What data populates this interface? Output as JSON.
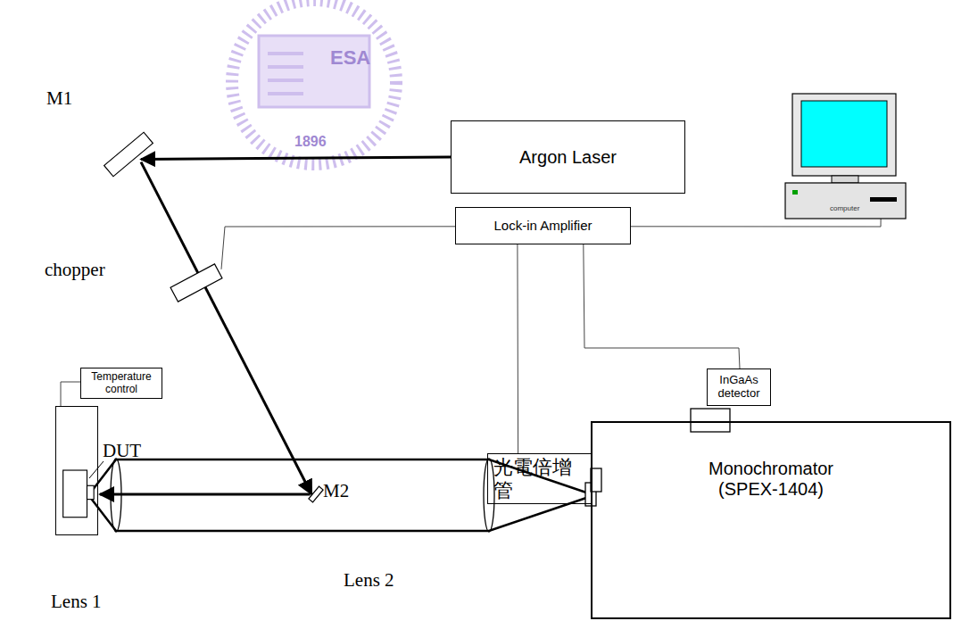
{
  "diagram": {
    "nodes": [
      {
        "text": [
          "Argon Laser"
        ]
      },
      {
        "text": [
          "Lock-in Amplifier"
        ]
      },
      {
        "text": [
          "computer"
        ]
      },
      {
        "text": [
          "M1"
        ]
      },
      {
        "text": [
          "chopper"
        ]
      },
      {
        "text": [
          "M2"
        ]
      },
      {
        "text": [
          "Temperature control"
        ]
      },
      {
        "text": [
          "DUT"
        ]
      },
      {
        "text": [
          "InGaAs detector"
        ]
      },
      {
        "text": [
          "光電倍增管"
        ]
      },
      {
        "text": [
          "Monochromator (SPEX-1404)"
        ]
      }
    ],
    "edges": [
      {
        "from": 0,
        "to": 3,
        "arrow": "to"
      },
      {
        "from": 3,
        "to": 5,
        "arrow": "to"
      },
      {
        "from": 5,
        "to": 7,
        "arrow": "to"
      },
      {
        "from": 1,
        "to": 2,
        "arrow": "none"
      },
      {
        "from": 1,
        "to": 4,
        "arrow": "none"
      },
      {
        "from": 1,
        "to": 8,
        "arrow": "none"
      },
      {
        "from": 1,
        "to": 9,
        "arrow": "none"
      },
      {
        "from": 6,
        "to": 7,
        "arrow": "none"
      }
    ],
    "labels": [
      "Lens 1",
      "Lens 2",
      "ESA",
      "1896"
    ]
  }
}
